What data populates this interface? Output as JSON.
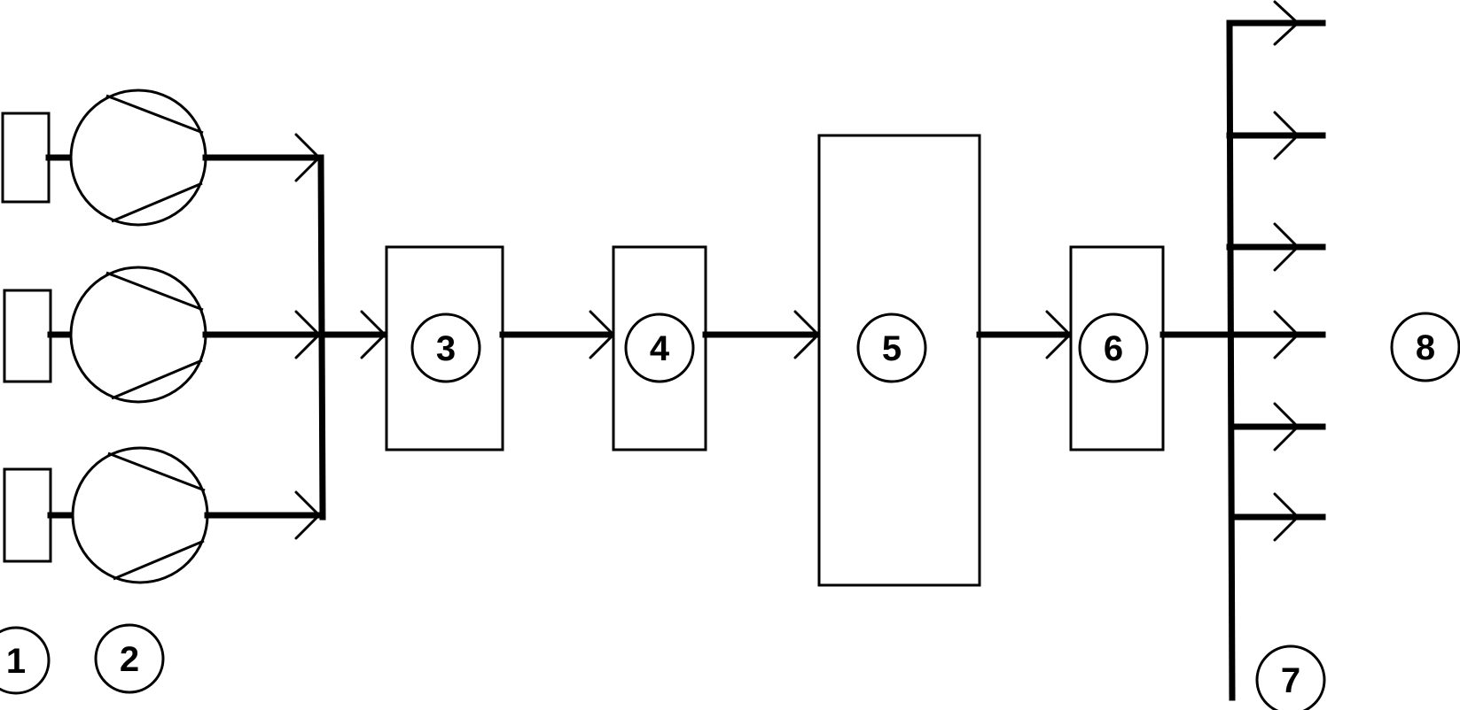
{
  "labels": {
    "motor": "1",
    "compressor": "2",
    "unit3": "3",
    "unit4": "4",
    "unit5": "5",
    "unit6": "6",
    "header": "7",
    "outlets": "8"
  }
}
